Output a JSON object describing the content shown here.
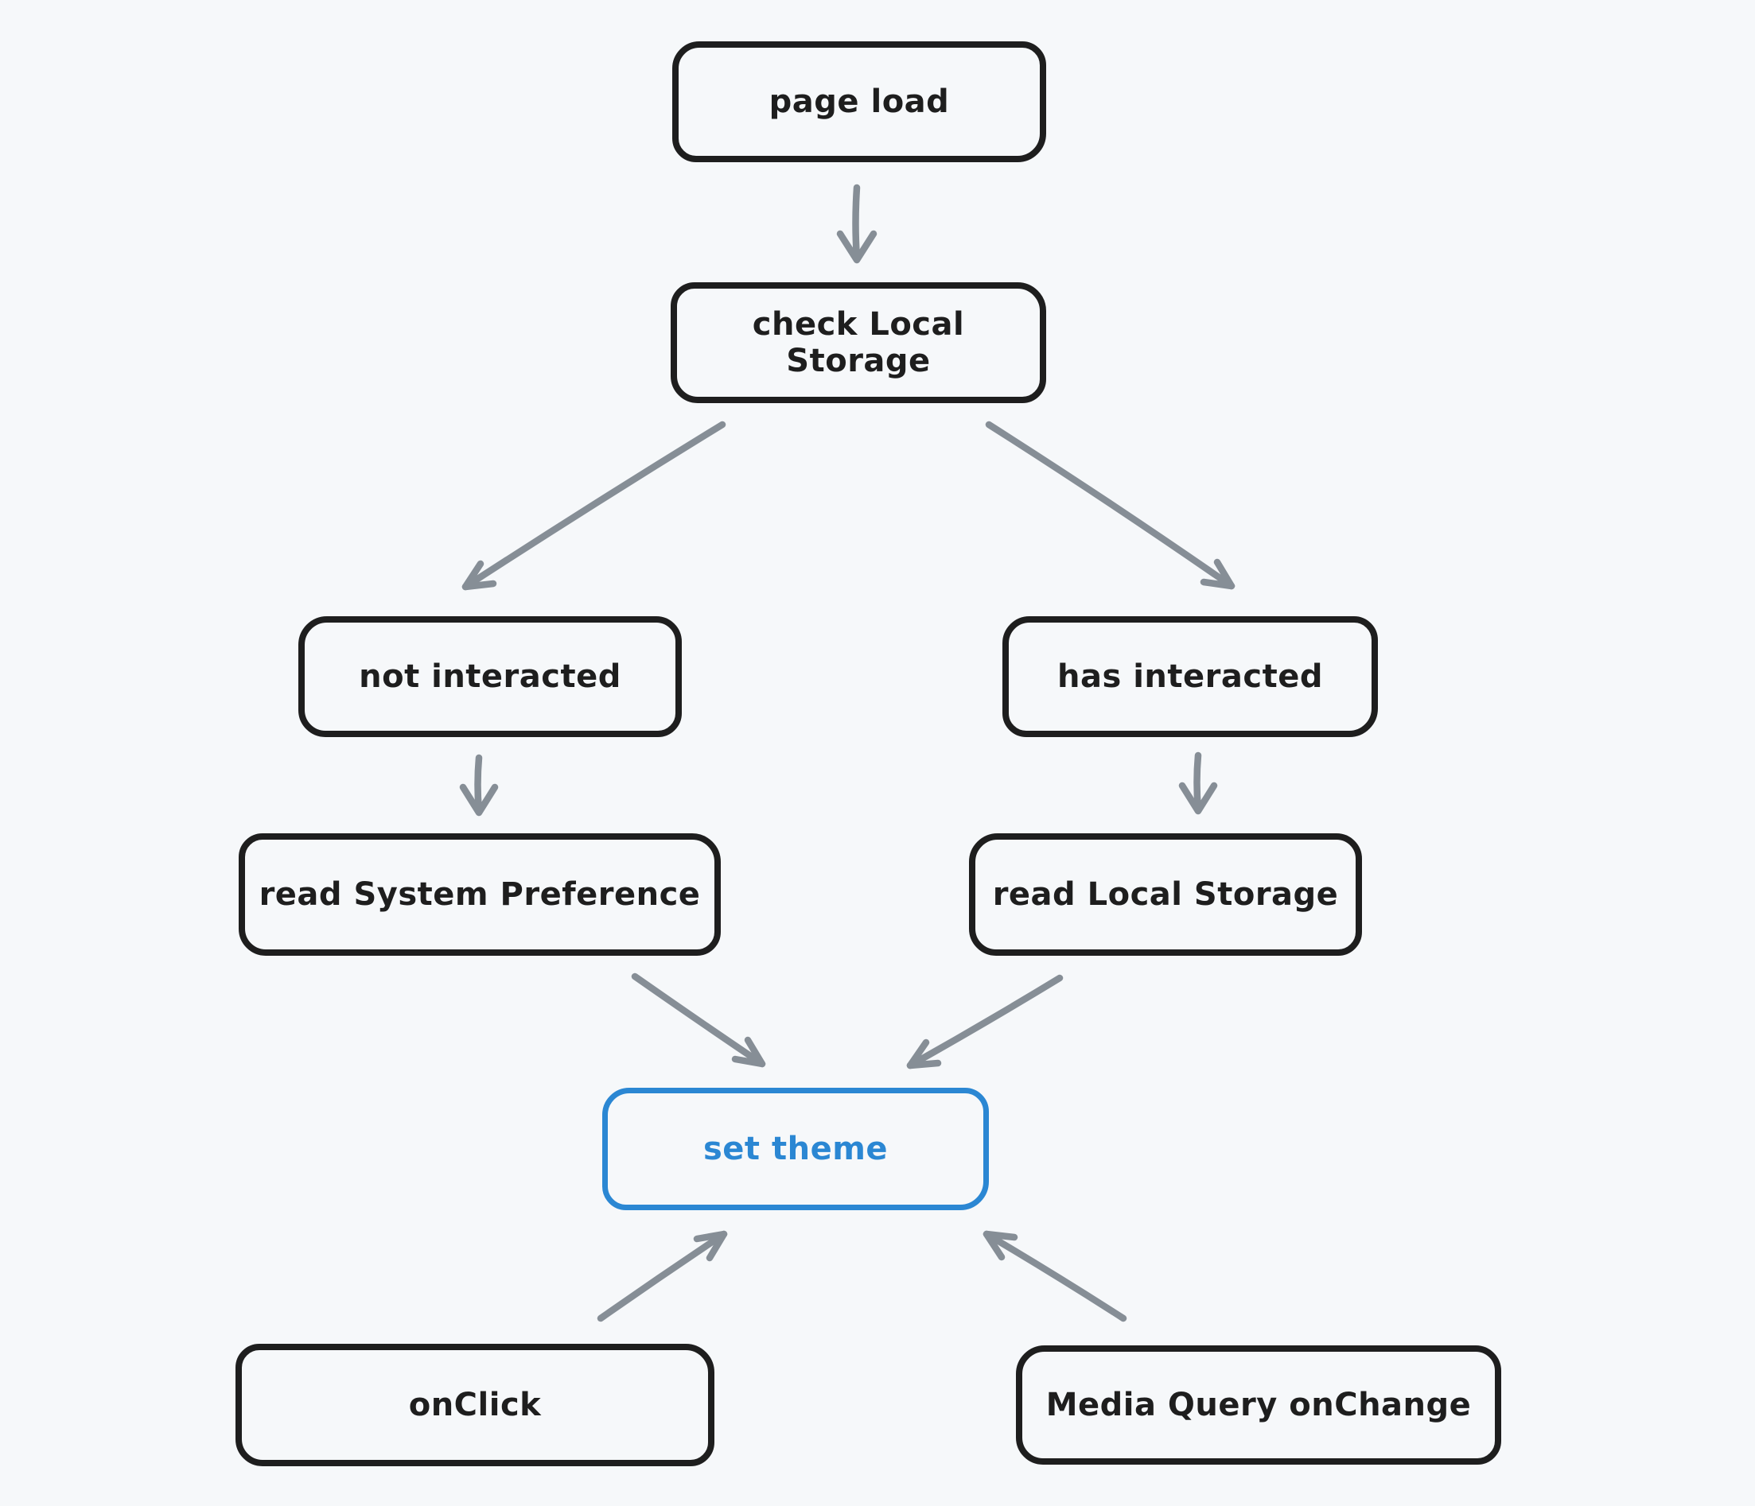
{
  "canvas": {
    "background_color": "#f6f8fa"
  },
  "colors": {
    "node_stroke": "#1e1e1e",
    "node_text": "#1e1e1e",
    "accent_stroke": "#2b87d3",
    "accent_text": "#2b87d3",
    "arrow": "#868e96"
  },
  "diagram": {
    "type": "flowchart",
    "style": "hand-drawn (excalidraw-like)",
    "nodes": [
      {
        "id": "page-load",
        "label": "page load"
      },
      {
        "id": "check-local-storage",
        "label": "check Local Storage"
      },
      {
        "id": "not-interacted",
        "label": "not interacted"
      },
      {
        "id": "has-interacted",
        "label": "has interacted"
      },
      {
        "id": "read-system-preference",
        "label": "read System Preference"
      },
      {
        "id": "read-local-storage",
        "label": "read Local Storage"
      },
      {
        "id": "set-theme",
        "label": "set theme",
        "accent": true
      },
      {
        "id": "onclick",
        "label": "onClick"
      },
      {
        "id": "media-query-onchange",
        "label": "Media Query onChange"
      }
    ],
    "edges": [
      {
        "from": "page-load",
        "to": "check-local-storage"
      },
      {
        "from": "check-local-storage",
        "to": "not-interacted"
      },
      {
        "from": "check-local-storage",
        "to": "has-interacted"
      },
      {
        "from": "not-interacted",
        "to": "read-system-preference"
      },
      {
        "from": "has-interacted",
        "to": "read-local-storage"
      },
      {
        "from": "read-system-preference",
        "to": "set-theme"
      },
      {
        "from": "read-local-storage",
        "to": "set-theme"
      },
      {
        "from": "onclick",
        "to": "set-theme"
      },
      {
        "from": "media-query-onchange",
        "to": "set-theme"
      }
    ]
  }
}
